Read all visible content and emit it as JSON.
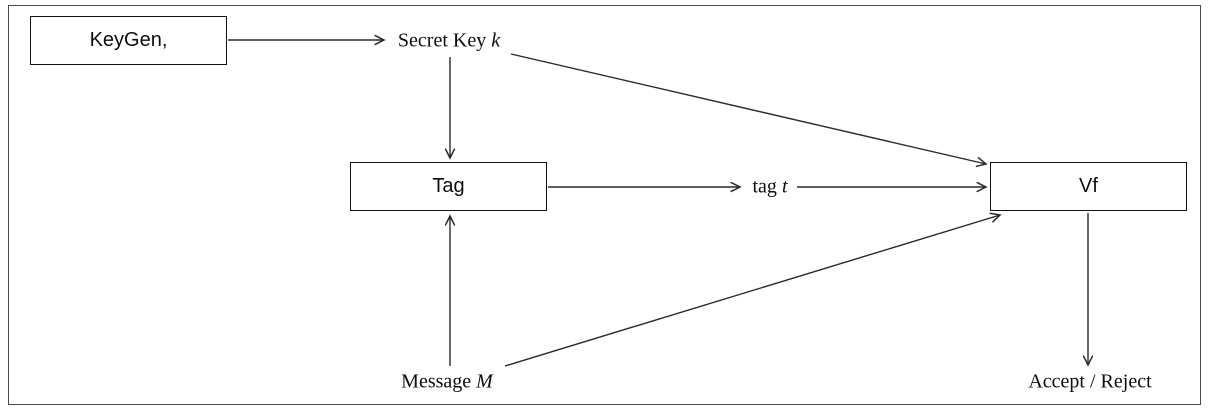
{
  "figure": {
    "boxes": {
      "keygen": {
        "label": "KeyGen,"
      },
      "tag": {
        "label": "Tag"
      },
      "vf": {
        "label": "Vf"
      }
    },
    "labels": {
      "secret_key": {
        "text": "Secret Key",
        "variable": "k"
      },
      "tag_t": {
        "text": "tag",
        "variable": "t"
      },
      "message": {
        "text": "Message",
        "variable": "M"
      },
      "accept_reject": {
        "text": "Accept / Reject"
      }
    },
    "edges": [
      {
        "from": "keygen-box",
        "to": "secret-key-label"
      },
      {
        "from": "secret-key-label",
        "to": "tag-box"
      },
      {
        "from": "secret-key-label",
        "to": "vf-box"
      },
      {
        "from": "tag-box",
        "to": "tag-t-label"
      },
      {
        "from": "tag-t-label",
        "to": "vf-box"
      },
      {
        "from": "message-label",
        "to": "tag-box"
      },
      {
        "from": "message-label",
        "to": "vf-box"
      },
      {
        "from": "vf-box",
        "to": "accept-reject-label"
      }
    ],
    "colors": {
      "line": "#2a2a2a",
      "box_border": "#111111",
      "outer_border": "#4a4a4a",
      "background": "#ffffff",
      "text": "#0d0d0d"
    }
  }
}
